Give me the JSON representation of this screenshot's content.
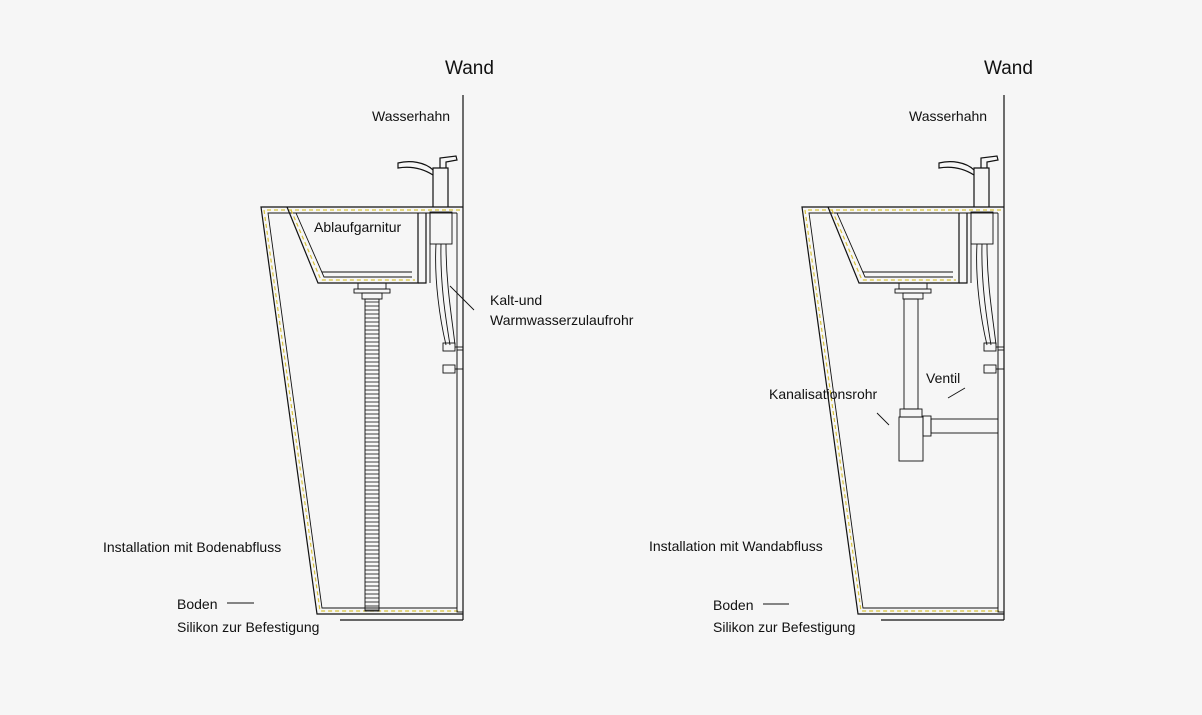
{
  "left": {
    "wall": "Wand",
    "faucet": "Wasserhahn",
    "drain_set": "Ablaufgarnitur",
    "supply_line1": "Kalt-und",
    "supply_line2": "Warmwasserzulaufrohr",
    "install": "Installation mit Bodenabfluss",
    "floor": "Boden",
    "silicone": "Silikon zur Befestigung"
  },
  "right": {
    "wall": "Wand",
    "faucet": "Wasserhahn",
    "valve": "Ventil",
    "sewer": "Kanalisationsrohr",
    "install": "Installation mit Wandabfluss",
    "floor": "Boden",
    "silicone": "Silikon zur Befestigung"
  },
  "colors": {
    "line": "#111111",
    "accent": "#d8c23a",
    "background": "#f6f6f6"
  }
}
